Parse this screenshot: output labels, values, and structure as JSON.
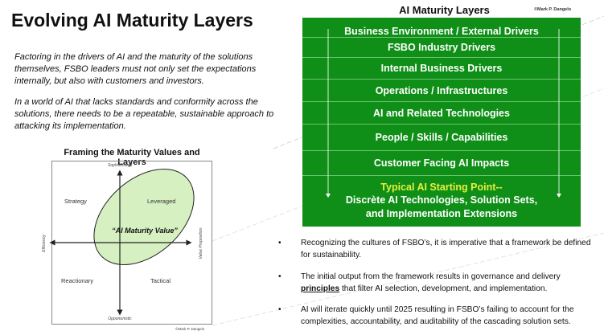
{
  "title": "Evolving AI Maturity Layers",
  "intro": [
    "Factoring in the drivers of AI and the maturity of the solutions themselves, FSBO leaders must not only set the expectations internally, but also with customers and investors.",
    "In a world of AI that lacks standards and conformity across the solutions, there needs to be a repeatable, sustainable approach to attacking its implementation."
  ],
  "framing": {
    "title": "Framing the Maturity Values and Layers",
    "top_axis": "Sophisticated",
    "bottom_axis": "Opportunistic",
    "left_axis": "Efficiency",
    "right_axis": "Value Proposition",
    "quadrants": {
      "top_left": "Strategy",
      "top_right": "Leveraged",
      "bottom_left": "Reactionary",
      "bottom_right": "Tactical"
    },
    "center": "“AI Maturity Value”",
    "copyright": "©Mark P. Dangelo"
  },
  "layers": {
    "title": "AI Maturity Layers",
    "copyright": "©Mark P. Dangelo",
    "rows": [
      "Business Environment / External Drivers",
      "FSBO Industry Drivers",
      "Internal Business Drivers",
      "Operations / Infrastructures",
      "AI and Related Technologies",
      "People / Skills / Capabilities",
      "Customer Facing AI Impacts"
    ],
    "starting_point": "Typical AI Starting Point--",
    "last_row": "Discrète AI Technologies, Solution Sets, and Implementation Extensions",
    "colors": {
      "green": "#0f8f17",
      "highlight": "#e8f03a"
    }
  },
  "bullets": {
    "b1": "Recognizing the cultures of FSBO’s, it is imperative that a framework be defined for sustainability.",
    "b2_pre": "The initial output from the framework results in governance and delivery ",
    "b2_bold": "principles",
    "b2_post": " that filter AI selection, development, and implementation.",
    "b3": "AI will iterate quickly until 2025 resulting in FSBO’s failing to account for the complexities, accountability, and auditability of the cascading solution sets.",
    "marker": "•"
  }
}
